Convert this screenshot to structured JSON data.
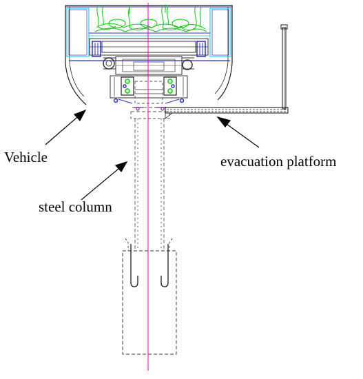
{
  "labels": {
    "vehicle": "Vehicle",
    "evacuation_platform": "evacuation platform",
    "steel_column": "steel column"
  },
  "colors": {
    "outline": "#1a1a1a",
    "centerline": "#e000e0",
    "bogie_blue": "#2b2bd6",
    "cyan": "#00c8e0",
    "green": "#00c800",
    "dark_gray": "#333333",
    "dashed": "#555555"
  }
}
